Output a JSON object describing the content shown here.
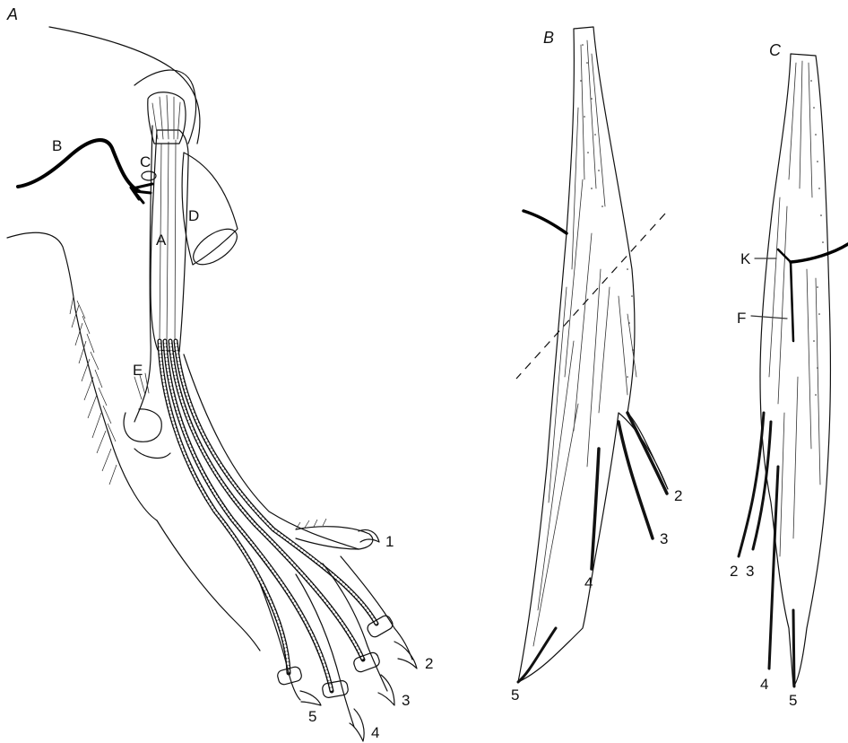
{
  "figure": {
    "panels": [
      "A",
      "B",
      "C"
    ],
    "panel_a": {
      "structure_labels": [
        "B",
        "C",
        "A",
        "D",
        "E"
      ],
      "digit_labels": [
        "1",
        "2",
        "3",
        "4",
        "5"
      ]
    },
    "panel_b": {
      "tendon_labels": [
        "2",
        "3",
        "4",
        "5"
      ]
    },
    "panel_c": {
      "branch_labels": [
        "K",
        "F"
      ],
      "tendon_labels": [
        "2",
        "3",
        "4",
        "5"
      ]
    }
  }
}
